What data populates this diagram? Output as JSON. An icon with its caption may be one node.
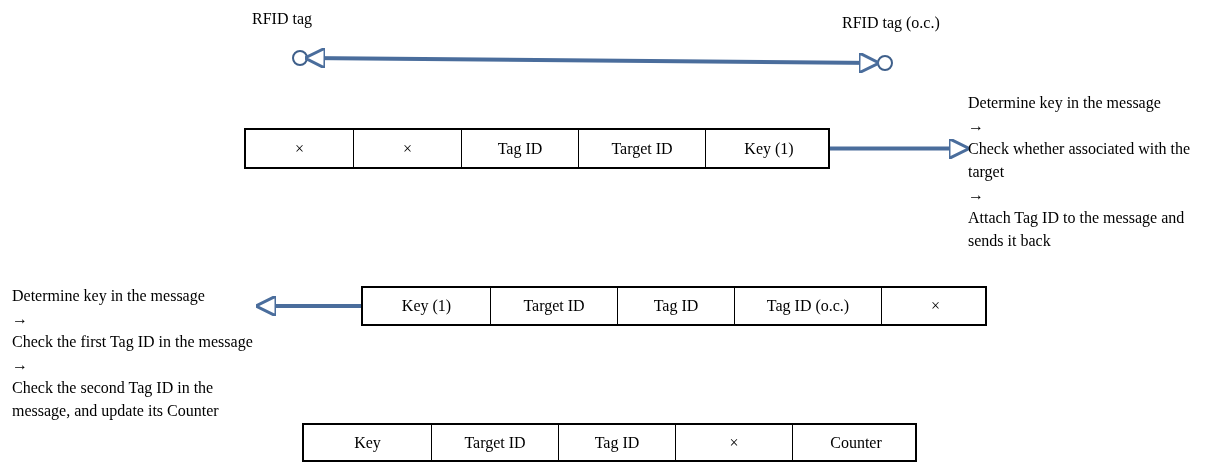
{
  "diagram": {
    "nodes": [
      {
        "text": [
          "RFID tag"
        ]
      },
      {
        "text": [
          "RFID tag (o.c.)"
        ]
      },
      {
        "text": [],
        "shape": "box"
      },
      {
        "text": [
          "×"
        ],
        "in": 2
      },
      {
        "text": [
          "×"
        ],
        "in": 2
      },
      {
        "text": [
          "Tag ID"
        ],
        "in": 2
      },
      {
        "text": [
          "Target ID"
        ],
        "in": 2
      },
      {
        "text": [
          "Key (1)"
        ],
        "in": 2
      },
      {
        "text": [
          "Determine key in the message",
          "→",
          "Check whether associated with the target",
          "→",
          "Attach Tag ID to the message and sends it back"
        ]
      },
      {
        "text": [
          "Determine key in the message",
          "→",
          "Check the first Tag ID in the message",
          "→",
          "Check the second Tag ID in the message, and update its Counter"
        ]
      },
      {
        "text": [],
        "shape": "box"
      },
      {
        "text": [
          "Key (1)"
        ],
        "in": 10
      },
      {
        "text": [
          "Target ID"
        ],
        "in": 10
      },
      {
        "text": [
          "Tag ID"
        ],
        "in": 10
      },
      {
        "text": [
          "Tag ID (o.c.)"
        ],
        "in": 10
      },
      {
        "text": [
          "×"
        ],
        "in": 10
      },
      {
        "text": [],
        "shape": "box"
      },
      {
        "text": [
          "Key"
        ],
        "in": 16
      },
      {
        "text": [
          "Target ID"
        ],
        "in": 16
      },
      {
        "text": [
          "Tag ID"
        ],
        "in": 16
      },
      {
        "text": [
          "×"
        ],
        "in": 16
      },
      {
        "text": [
          "Counter"
        ],
        "in": 16
      }
    ],
    "edges": [
      {
        "from": 0,
        "to": 1,
        "arrow": "both"
      },
      {
        "from": 2,
        "to": 8,
        "arrow": "to"
      },
      {
        "from": 10,
        "to": 9,
        "arrow": "to"
      }
    ]
  }
}
